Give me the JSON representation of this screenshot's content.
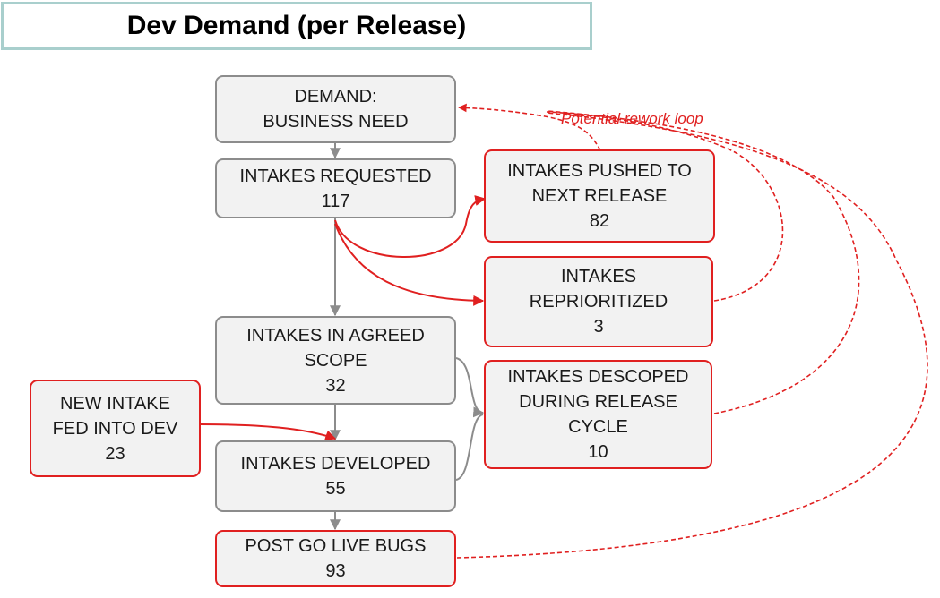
{
  "title": "Dev Demand (per Release)",
  "loop_label": "Potential rework loop",
  "nodes": {
    "demand": {
      "line1": "DEMAND:",
      "line2": "BUSINESS NEED"
    },
    "requested": {
      "line1": "INTAKES REQUESTED",
      "value": "117"
    },
    "pushed": {
      "line1": "INTAKES PUSHED TO",
      "line2": "NEXT RELEASE",
      "value": "82"
    },
    "reprioritized": {
      "line1": "INTAKES",
      "line2": "REPRIORITIZED",
      "value": "3"
    },
    "agreed": {
      "line1": "INTAKES IN AGREED",
      "line2": "SCOPE",
      "value": "32"
    },
    "descoped": {
      "line1": "INTAKES DESCOPED",
      "line2": "DURING RELEASE",
      "line3": "CYCLE",
      "value": "10"
    },
    "new_intake": {
      "line1": "NEW INTAKE",
      "line2": "FED INTO DEV",
      "value": "23"
    },
    "developed": {
      "line1": "INTAKES DEVELOPED",
      "value": "55"
    },
    "bugs": {
      "line1": "POST GO LIVE BUGS",
      "value": "93"
    }
  },
  "colors": {
    "gray_border": "#8c8c8c",
    "red_accent": "#e02020",
    "node_fill": "#f2f2f2",
    "title_border": "#a9cfcd"
  }
}
